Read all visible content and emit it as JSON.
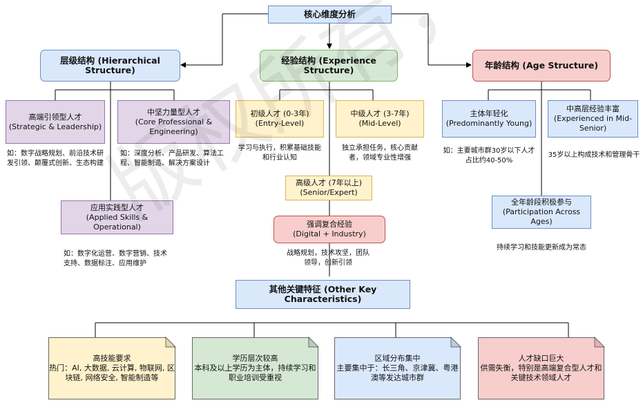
{
  "root": {
    "title": "核心维度分析"
  },
  "hierarchy": {
    "title": "层级结构 (Hierarchical Structure)",
    "leader": {
      "line1": "高端引领型人才",
      "line2": "(Strategic & Leadership)",
      "note1": "如：数字战略规划、前沿技术研",
      "note2": "发引领、颠覆式创新、生态构建"
    },
    "core": {
      "line1": "中坚力量型人才",
      "line2": "(Core Professional &",
      "line3": "Engineering)",
      "note1": "如：深度分析、产品研发、算法工",
      "note2": "程、智能制造、解决方案设计"
    },
    "applied": {
      "line1": "应用实践型人才",
      "line2": "(Applied Skills & Operational)",
      "note1": "如：数字化运营、数字营销、技术",
      "note2": "支持、数据标注、应用维护"
    }
  },
  "experience": {
    "title": "经验结构 (Experience Structure)",
    "entry": {
      "line1": "初级人才 (0-3年)",
      "line2": "(Entry-Level)",
      "note1": "学习与执行，积累基础技能",
      "note2": "和行业认知"
    },
    "mid": {
      "line1": "中级人才 (3-7年)",
      "line2": "(Mid-Level)",
      "note1": "独立承担任务，核心贡献",
      "note2": "者，领域专业性增强"
    },
    "senior": {
      "line1": "高级人才 (7年以上)",
      "line2": "(Senior/Expert)"
    },
    "complex": {
      "line1": "强调复合经验",
      "line2": "(Digital + Industry)",
      "note1": "战略规划，技术攻坚，团队",
      "note2": "领导，创新引领"
    }
  },
  "age": {
    "title": "年龄结构 (Age Structure)",
    "young": {
      "line1": "主体年轻化",
      "line2": "(Predominantly Young)",
      "note1": "如：主要城市群30岁以下人才",
      "note2": "占比约40-50%"
    },
    "experienced": {
      "line1": "中高层经验丰富",
      "line2": "(Experienced in Mid-",
      "line3": "Senior)",
      "note1": "35岁以上构成技术和管理骨干"
    },
    "all": {
      "line1": "全年龄段积极参与",
      "line2": "(Participation Across Ages)",
      "note1": "持续学习和技能更新成为常态"
    }
  },
  "other": {
    "title1": "其他关键特征 (Other Key",
    "title2": "Characteristics)",
    "skills": {
      "line1": "高技能要求",
      "line2": "热门：AI, 大数据, 云计算, 物联网, 区",
      "line3": "块链, 网络安全, 智能制造等"
    },
    "education": {
      "line1": "学历层次较高",
      "line2": "本科及以上学历为主体，持续学习和",
      "line3": "职业培训受重视"
    },
    "region": {
      "line1": "区域分布集中",
      "line2": "主要集中于：长三角、京津冀、粤港",
      "line3": "澳等发达城市群"
    },
    "gap": {
      "line1": "人才缺口巨大",
      "line2": "供需失衡，特别是高端复合型人才和",
      "line3": "关键技术领域人才"
    }
  },
  "watermark": {
    "text": "版权所有，已用户注明来"
  },
  "colors": {
    "blue": "#dae8fc",
    "green": "#d5e8d4",
    "red": "#f8cecc",
    "purple": "#e1d5e7",
    "yellow": "#fff2cc",
    "line": "#000000"
  }
}
